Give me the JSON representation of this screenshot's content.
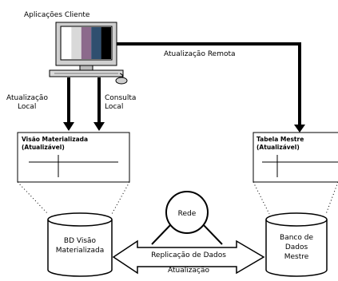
{
  "title": "Aplicações Cliente",
  "remote_update_label": "Atualização Remota",
  "local_update_label": [
    "Atualização",
    "Local"
  ],
  "local_query_label": [
    "Consulta",
    "Local"
  ],
  "mv_table_label": [
    "Visão Materializada",
    "(Atualizável)"
  ],
  "master_table_label": [
    "Tabela Mestre",
    "(Atualizável)"
  ],
  "network_label": "Rede",
  "replication_label": "Replicação de Dados",
  "update_label": "Atualização",
  "mv_db_label": [
    "BD Visão",
    "Materializada"
  ],
  "master_db_label": [
    "Banco de",
    "Dados",
    "Mestre"
  ],
  "colors": {
    "monitor_stripes": [
      "#ffffff",
      "#d9d9d9",
      "#8c6a8c",
      "#2f4f6f",
      "#000000"
    ],
    "screen_bg": "#e6e6e6"
  },
  "icons": [
    "computer-icon",
    "mouse-icon",
    "database-cylinder-icon",
    "network-node-icon"
  ]
}
